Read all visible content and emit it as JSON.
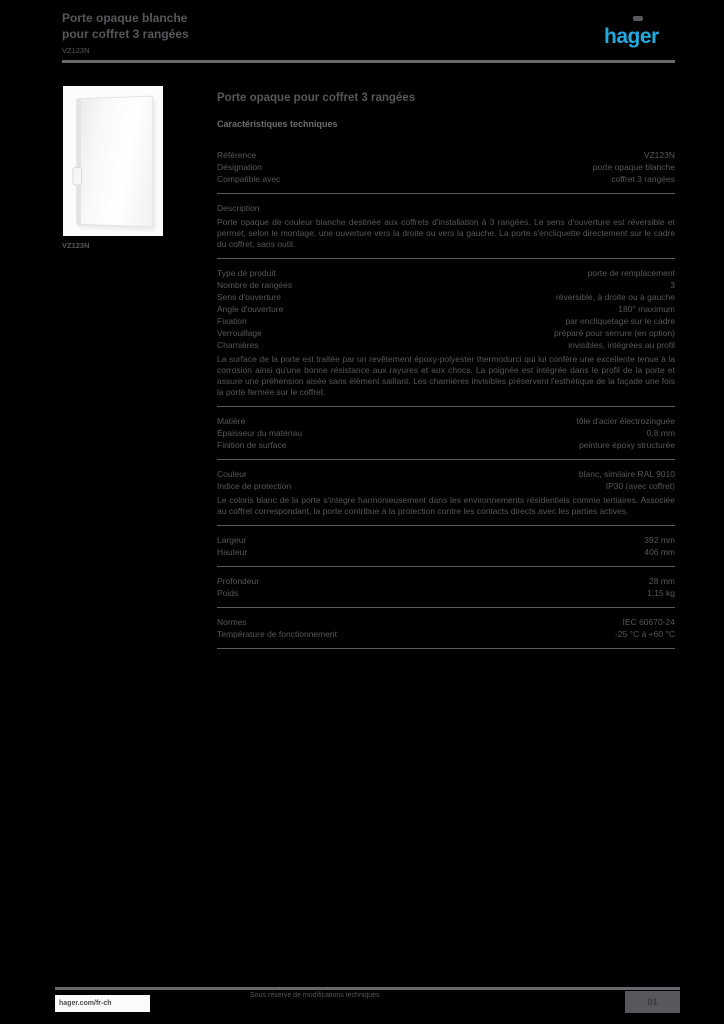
{
  "colors": {
    "background": "#000000",
    "text_gray": "#56575b",
    "rule_gray": "#67686c",
    "logo_blue": "#23a9dd",
    "panel_white": "#fcfcfc",
    "badge_bg": "#57585c"
  },
  "header": {
    "title_line1": "Porte opaque blanche",
    "title_line2": "pour coffret 3 rangées",
    "subtitle": "VZ123N",
    "logo_text": "hager"
  },
  "product": {
    "reference": "VZ123N"
  },
  "main": {
    "heading": "Porte opaque pour coffret 3 rangées",
    "subheading": "Caractéristiques techniques",
    "groups": [
      {
        "rows": [
          {
            "label": "Référence",
            "value": "VZ123N"
          },
          {
            "label": "Désignation",
            "value": "porte opaque blanche"
          },
          {
            "label": "Compatible avec",
            "value": "coffret 3 rangées"
          }
        ]
      },
      {
        "rows": [
          {
            "label": "Description",
            "value": ""
          }
        ],
        "paragraph": "Porte opaque de couleur blanche destinée aux coffrets d'installation à 3 rangées. Le sens d'ouverture est réversible et permet, selon le montage, une ouverture vers la droite ou vers la gauche. La porte s'encliquette directement sur le cadre du coffret, sans outil."
      },
      {
        "rows": [
          {
            "label": "Type de produit",
            "value": "porte de remplacement"
          },
          {
            "label": "Nombre de rangées",
            "value": "3"
          },
          {
            "label": "Sens d'ouverture",
            "value": "réversible, à droite ou à gauche"
          },
          {
            "label": "Angle d'ouverture",
            "value": "180° maximum"
          },
          {
            "label": "Fixation",
            "value": "par encliquetage sur le cadre"
          },
          {
            "label": "Verrouillage",
            "value": "préparé pour serrure (en option)"
          },
          {
            "label": "Charnières",
            "value": "invisibles, intégrées au profil"
          }
        ],
        "paragraph": "La surface de la porte est traitée par un revêtement époxy-polyester thermodurci qui lui confère une excellente tenue à la corrosion ainsi qu'une bonne résistance aux rayures et aux chocs. La poignée est intégrée dans le profil de la porte et assure une préhension aisée sans élément saillant. Les charnières invisibles préservent l'esthétique de la façade une fois la porte fermée sur le coffret."
      },
      {
        "rows": [
          {
            "label": "Matière",
            "value": "tôle d'acier électrozinguée"
          },
          {
            "label": "Épaisseur du matériau",
            "value": "0,8 mm"
          },
          {
            "label": "Finition de surface",
            "value": "peinture époxy structurée"
          }
        ]
      },
      {
        "rows": [
          {
            "label": "Couleur",
            "value": "blanc, similaire RAL 9010"
          },
          {
            "label": "Indice de protection",
            "value": "IP30 (avec coffret)"
          }
        ],
        "paragraph": "Le coloris blanc de la porte s'intègre harmonieusement dans les environnements résidentiels comme tertiaires. Associée au coffret correspondant, la porte contribue à la protection contre les contacts directs avec les parties actives."
      },
      {
        "rows": [
          {
            "label": "Largeur",
            "value": "392 mm"
          },
          {
            "label": "Hauteur",
            "value": "406 mm"
          }
        ]
      },
      {
        "rows": [
          {
            "label": "Profondeur",
            "value": "28 mm"
          },
          {
            "label": "Poids",
            "value": "1,15 kg"
          }
        ]
      },
      {
        "rows": [
          {
            "label": "Normes",
            "value": "IEC 60670-24"
          },
          {
            "label": "Température de fonctionnement",
            "value": "-25 °C à +60 °C"
          }
        ]
      }
    ]
  },
  "footer": {
    "url": "hager.com/fr-ch",
    "note": "Sous réserve de modifications techniques",
    "page_badge": "01"
  }
}
